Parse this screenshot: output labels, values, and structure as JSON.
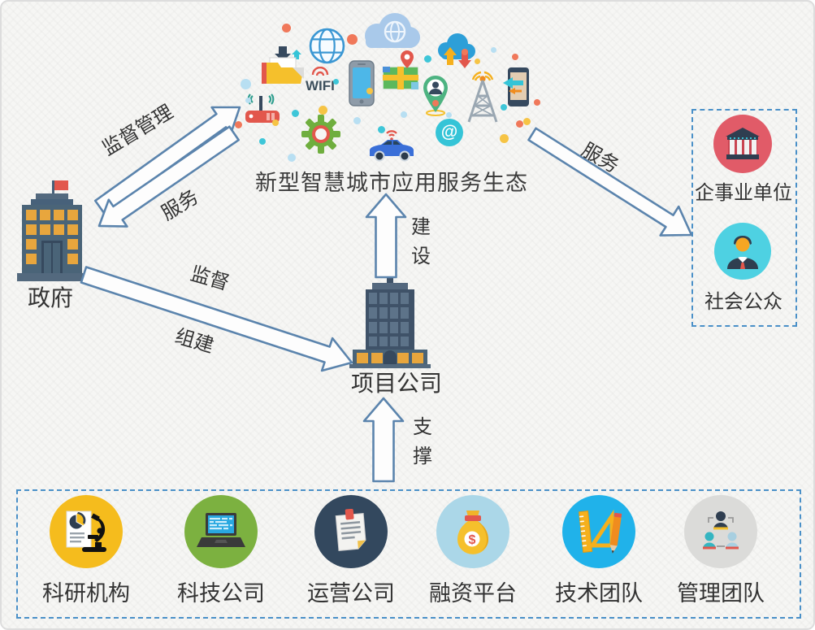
{
  "cloud": {
    "title": "新型智慧城市应用服务生态",
    "wifi_label": "WIFI",
    "at_label": "@"
  },
  "government": {
    "label": "政府"
  },
  "project_company": {
    "label": "项目公司"
  },
  "arrows": {
    "supervise_manage": "监督管理",
    "serve_government": "服务",
    "supervise": "监督",
    "establish": "组建",
    "build": "建设",
    "support": "支撑",
    "serve_public": "服务"
  },
  "right_box": {
    "items": [
      {
        "label": "企事业单位",
        "icon": "bank-icon"
      },
      {
        "label": "社会公众",
        "icon": "businessman-icon"
      }
    ]
  },
  "bottom_box": {
    "items": [
      {
        "label": "科研机构",
        "icon": "microscope-report-icon"
      },
      {
        "label": "科技公司",
        "icon": "laptop-icon"
      },
      {
        "label": "运营公司",
        "icon": "document-icon"
      },
      {
        "label": "融资平台",
        "icon": "money-bag-icon"
      },
      {
        "label": "技术团队",
        "icon": "drafting-tools-icon"
      },
      {
        "label": "管理团队",
        "icon": "org-chart-icon"
      }
    ]
  },
  "colors": {
    "arrow_outline": "#5b84ad",
    "arrow_fill": "#fdfdfd",
    "dashed_box_blue": "#4a90c8",
    "red_circle": "#e15b68",
    "cyan_circle": "#4ed1e2",
    "yellow_circle": "#f5bc1d",
    "green_circle": "#7cb140",
    "navy_circle": "#33485e",
    "lightblue_circle": "#abd7e8",
    "blue_circle": "#20b2ea",
    "gray_circle": "#dbdbd9"
  }
}
